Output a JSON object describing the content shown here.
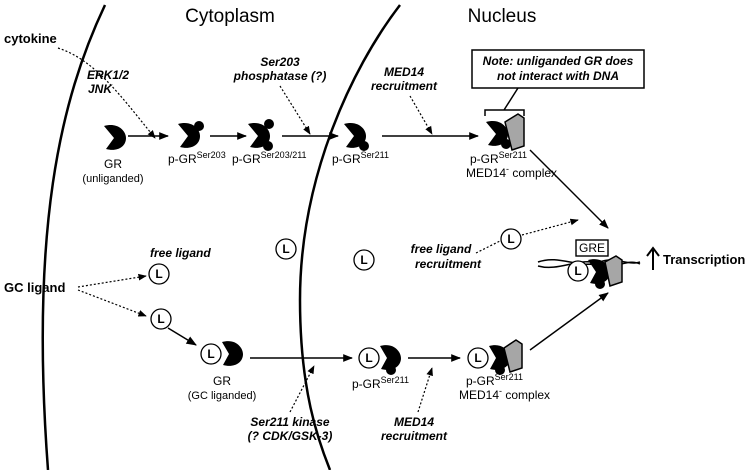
{
  "regions": {
    "cytoplasm": "Cytoplasm",
    "nucleus": "Nucleus"
  },
  "inputs": {
    "cytokine": "cytokine",
    "gc_ligand": "GC ligand"
  },
  "kinases": {
    "top_line1": "ERK1/2",
    "top_line2": "JNK"
  },
  "phosphatase": {
    "line1": "Ser203",
    "line2": "phosphatase (?)"
  },
  "med14_top": {
    "line1": "MED14",
    "line2": "recruitment"
  },
  "note": {
    "line1": "Note: unliganded GR does",
    "line2": "not interact with DNA"
  },
  "gr_unliganded": {
    "name": "GR",
    "state": "(unliganded)"
  },
  "pgr_203": {
    "prefix": "p-GR",
    "sup": "Ser203"
  },
  "pgr_203_211": {
    "prefix": "p-GR",
    "sup": "Ser203/211"
  },
  "pgr_211_top": {
    "prefix": "p-GR",
    "sup": "Ser211"
  },
  "complex_top": {
    "prefix": "p-GR",
    "sup": "Ser211",
    "line2": "MED14",
    "line2_sup": "-",
    "line2_tail": " complex"
  },
  "free_ligand": "free ligand",
  "free_ligand_recruit": {
    "line1": "free ligand",
    "line2": "recruitment"
  },
  "ligand_symbol": "L",
  "gre": "GRE",
  "transcription": "Transcription",
  "gr_liganded": {
    "name": "GR",
    "state": "(GC liganded)"
  },
  "pgr_211_bottom": {
    "prefix": "p-GR",
    "sup": "Ser211"
  },
  "complex_bottom": {
    "prefix": "p-GR",
    "sup": "Ser211",
    "line2": "MED14",
    "line2_sup": "-",
    "line2_tail": " complex"
  },
  "kinase_bottom": {
    "line1": "Ser211 kinase",
    "line2": "(? CDK/GSK-3)"
  },
  "med14_bottom": {
    "line1": "MED14",
    "line2": "recruitment"
  },
  "colors": {
    "ink": "#000000",
    "med14": "#a6a6a6"
  }
}
